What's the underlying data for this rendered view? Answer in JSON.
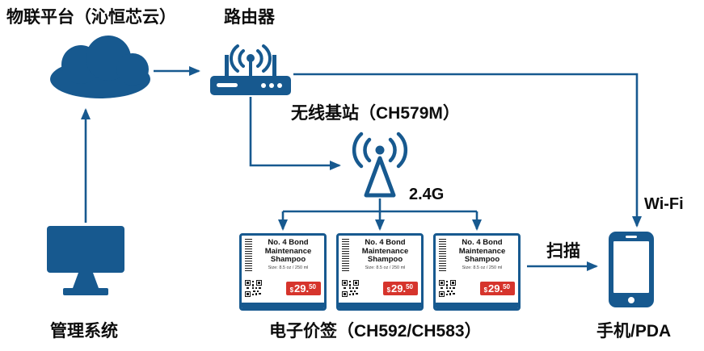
{
  "colors": {
    "primary": "#17598F",
    "red": "#D6342C",
    "ink": "#0D0D0D"
  },
  "labels": {
    "iot_platform": "物联平台（沁恒芯云）",
    "router": "路由器",
    "base_station": "无线基站（CH579M）",
    "management": "管理系统",
    "esl": "电子价签（CH592/CH583）",
    "phone": "手机/PDA"
  },
  "edges": {
    "rf": "2.4G",
    "scan": "扫描",
    "wifi": "Wi-Fi"
  },
  "esl_tag": {
    "title_line1": "No. 4 Bond",
    "title_line2": "Maintenance",
    "title_line3": "Shampoo",
    "subtext": "Size: 8.5 oz / 250 ml",
    "currency": "$",
    "price_int": "29.",
    "price_dec": "50"
  },
  "icons": {
    "cloud": "cloud-icon",
    "router": "router-icon",
    "base_station": "antenna-icon",
    "monitor": "monitor-icon",
    "phone": "phone-icon",
    "barcode": "barcode-icon",
    "qr": "qr-code-icon"
  }
}
